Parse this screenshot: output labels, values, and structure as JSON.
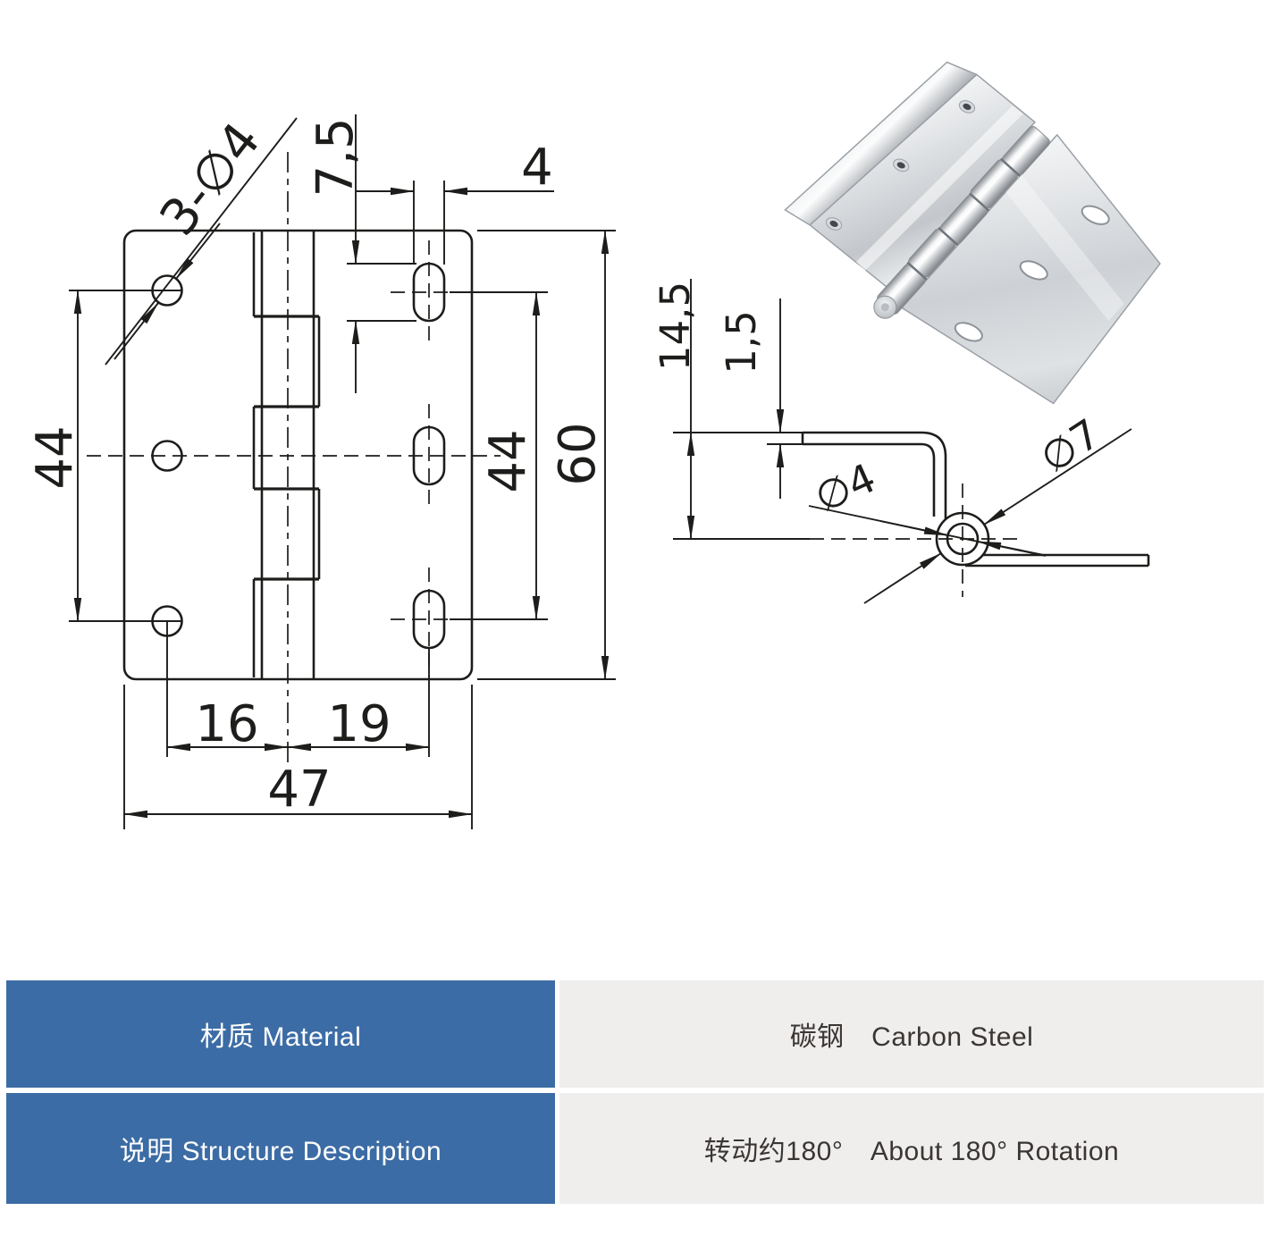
{
  "page": {
    "background": "#ffffff"
  },
  "drawing": {
    "stroke_color": "#1d1d1b",
    "front_view": {
      "label_holes": "3-∅4",
      "dim_slot_length": "7,5",
      "dim_slot_width": "4",
      "dim_left_hole_span": "44",
      "dim_right_slot_span": "44",
      "dim_height": "60",
      "dim_hole_offset": "16",
      "dim_slot_offset": "19",
      "dim_width": "47"
    },
    "side_view": {
      "dim_axis_height": "14,5",
      "dim_thickness": "1,5",
      "dim_pin_diameter": "∅4",
      "dim_knuckle_diameter": "∅7"
    }
  },
  "photo": {
    "metal_light": "#f8f9fa",
    "metal_mid": "#c9ccd0",
    "metal_dark": "#878b90"
  },
  "spec_table": {
    "accent_color": "#3c6ca5",
    "value_bg": "#efeeed",
    "rows": [
      {
        "label": "材质 Material",
        "value": "碳钢　Carbon Steel"
      },
      {
        "label": "说明 Structure Description",
        "value": "转动约180°　About 180° Rotation"
      }
    ]
  }
}
